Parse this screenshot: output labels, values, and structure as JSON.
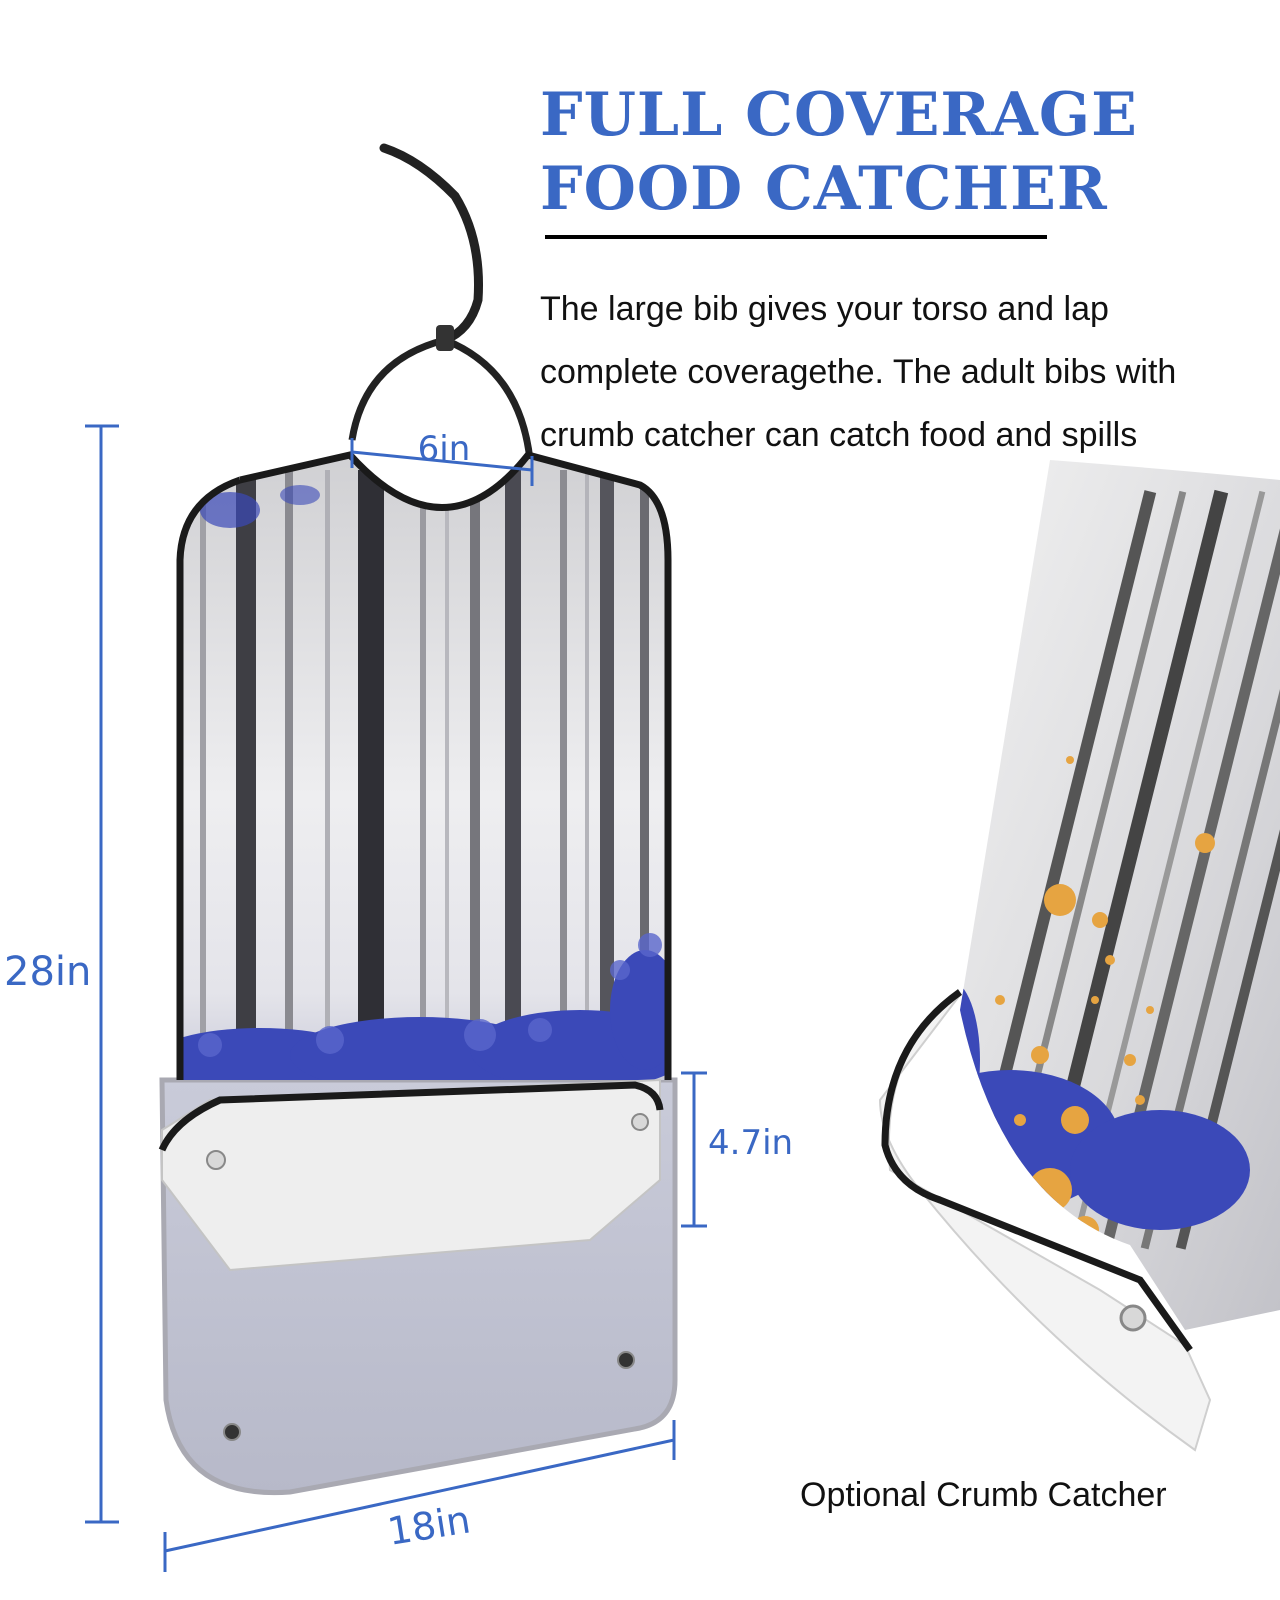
{
  "headline": {
    "line1": "FULL COVERAGE",
    "line2": "FOOD CATCHER"
  },
  "description": {
    "line1": "The large bib gives your torso and lap",
    "line2": "complete coveragethe. The adult bibs with",
    "line3": "crumb catcher can catch food and spills"
  },
  "dimensions": {
    "neck": "6in",
    "height": "28in",
    "pocket": "4.7in",
    "width": "18in"
  },
  "caption": "Optional Crumb Catcher",
  "colors": {
    "accent": "#3a68c4",
    "bib_trim": "#1a1a1a",
    "foliage": "#3b49b8",
    "crumbs": "#e6a441"
  },
  "icons": [
    "neck-strap-icon",
    "snap-button-icon"
  ]
}
